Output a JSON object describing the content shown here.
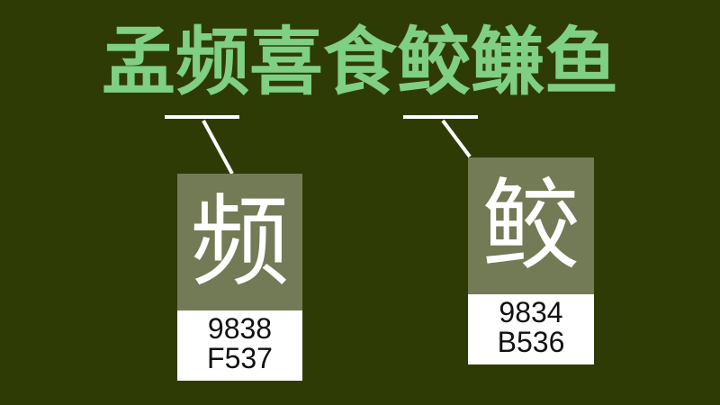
{
  "title": {
    "chars": [
      "孟",
      "频",
      "喜",
      "食",
      "鲛",
      "鳒",
      "鱼"
    ]
  },
  "cards": [
    {
      "glyph": "频",
      "code_line1": "9838",
      "code_line2": "F537"
    },
    {
      "glyph": "鲛",
      "code_line1": "9834",
      "code_line2": "B536"
    }
  ],
  "colors": {
    "background": "#2f3b05",
    "title": "#7fcf84",
    "glyph_box": "#737a56",
    "code_box": "#ffffff"
  }
}
